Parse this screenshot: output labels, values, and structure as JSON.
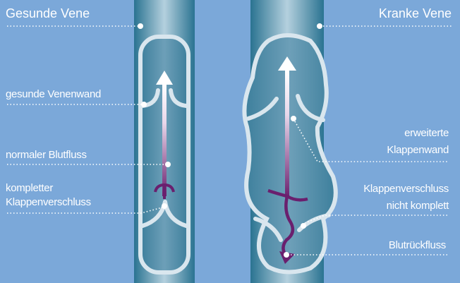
{
  "left": {
    "title": "Gesunde Vene",
    "labels": [
      "gesunde Venenwand",
      "normaler Blutfluss",
      "kompletter",
      "Klappenverschluss"
    ]
  },
  "right": {
    "title": "Kranke Vene",
    "labels": [
      "erweiterte",
      "Klappenwand",
      "Klappenverschluss",
      "nicht komplett",
      "Blutrückfluss"
    ]
  },
  "colors": {
    "background": "#7ba8d9",
    "vein_dark": "#2a7391",
    "vein_light": "#b4d0de",
    "blood": "#6a1f6e",
    "wall": "#d9e6ee"
  }
}
